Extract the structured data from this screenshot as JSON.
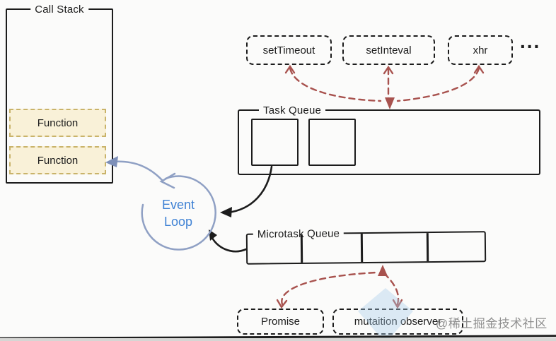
{
  "call_stack": {
    "title": "Call Stack",
    "frames": [
      "Function",
      "Function"
    ]
  },
  "task_sources": {
    "items": [
      "setTimeout",
      "setInteval",
      "xhr"
    ],
    "ellipsis": "..."
  },
  "task_queue": {
    "title": "Task Queue"
  },
  "event_loop": {
    "line1": "Event",
    "line2": "Loop"
  },
  "microtask_queue": {
    "title": "Microtask Queue"
  },
  "microtask_sources": {
    "items": [
      "Promise",
      "mutaition observer"
    ]
  },
  "watermark": {
    "text": "@稀土掘金技术社区"
  },
  "colors": {
    "ink": "#1c1c1c",
    "red_arrow": "#a8524e",
    "blue_arrow": "#8fa0c4",
    "event_loop_text": "#3f82d4",
    "function_fill": "#f9f1d8",
    "function_border": "#c9b36a",
    "watermark_gray": "#808080"
  }
}
